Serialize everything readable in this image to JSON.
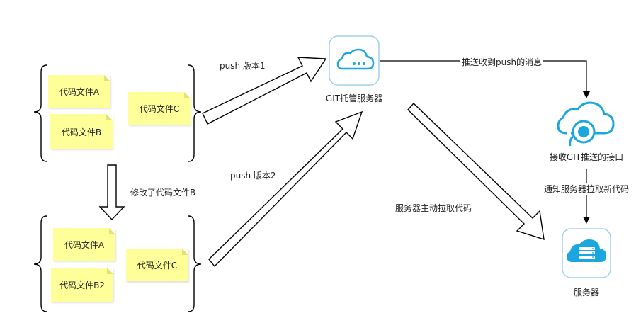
{
  "group1": {
    "file_a": "代码文件A",
    "file_b": "代码文件B",
    "file_c": "代码文件C"
  },
  "group2": {
    "file_a": "代码文件A",
    "file_b": "代码文件B2",
    "file_c": "代码文件C"
  },
  "edges": {
    "push_v1": "push  版本1",
    "push_v2": "push  版本2",
    "modify": "修改了代码文件B",
    "notify_push": "推送收到push的消息",
    "server_pull": "服务器主动拉取代码",
    "notify_server": "通知服务器拉取新代码"
  },
  "nodes": {
    "git_host": "GIT托管服务器",
    "webhook": "接收GIT推送的接口",
    "server": "服务器"
  },
  "colors": {
    "note": "#ffff99",
    "icon_blue": "#1aa7e0",
    "cloud_light": "#e8f6fd",
    "border_gray": "#9fd2ea",
    "outline": "#000000"
  }
}
